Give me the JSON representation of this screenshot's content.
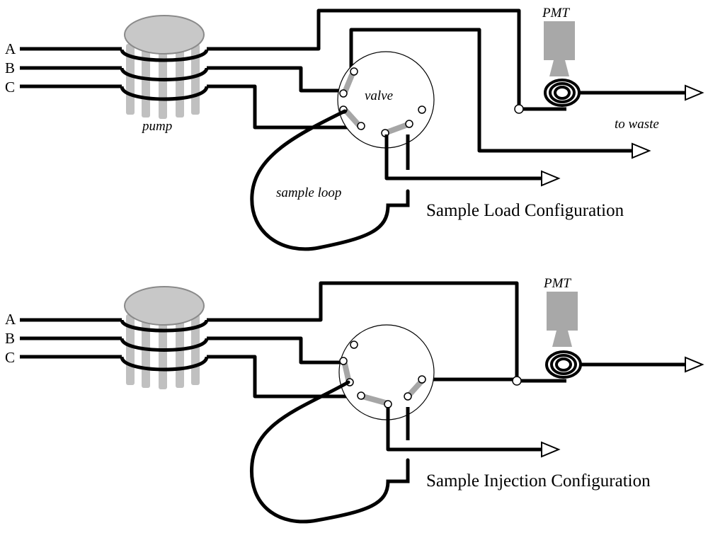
{
  "panels": [
    {
      "config_title": "Sample Load Configuration",
      "pump_label": "pump",
      "valve_label": "valve",
      "loop_label": "sample loop",
      "pmt_label": "PMT",
      "waste_label": "to waste",
      "line_labels": [
        "A",
        "B",
        "C"
      ]
    },
    {
      "config_title": "Sample Injection Configuration",
      "pmt_label": "PMT",
      "line_labels": [
        "A",
        "B",
        "C"
      ]
    }
  ],
  "colors": {
    "tubing": "#000000",
    "pump_head": "#c8c8c8",
    "pmt": "#a8a8a8",
    "valve_groove": "#a6a6a6"
  }
}
